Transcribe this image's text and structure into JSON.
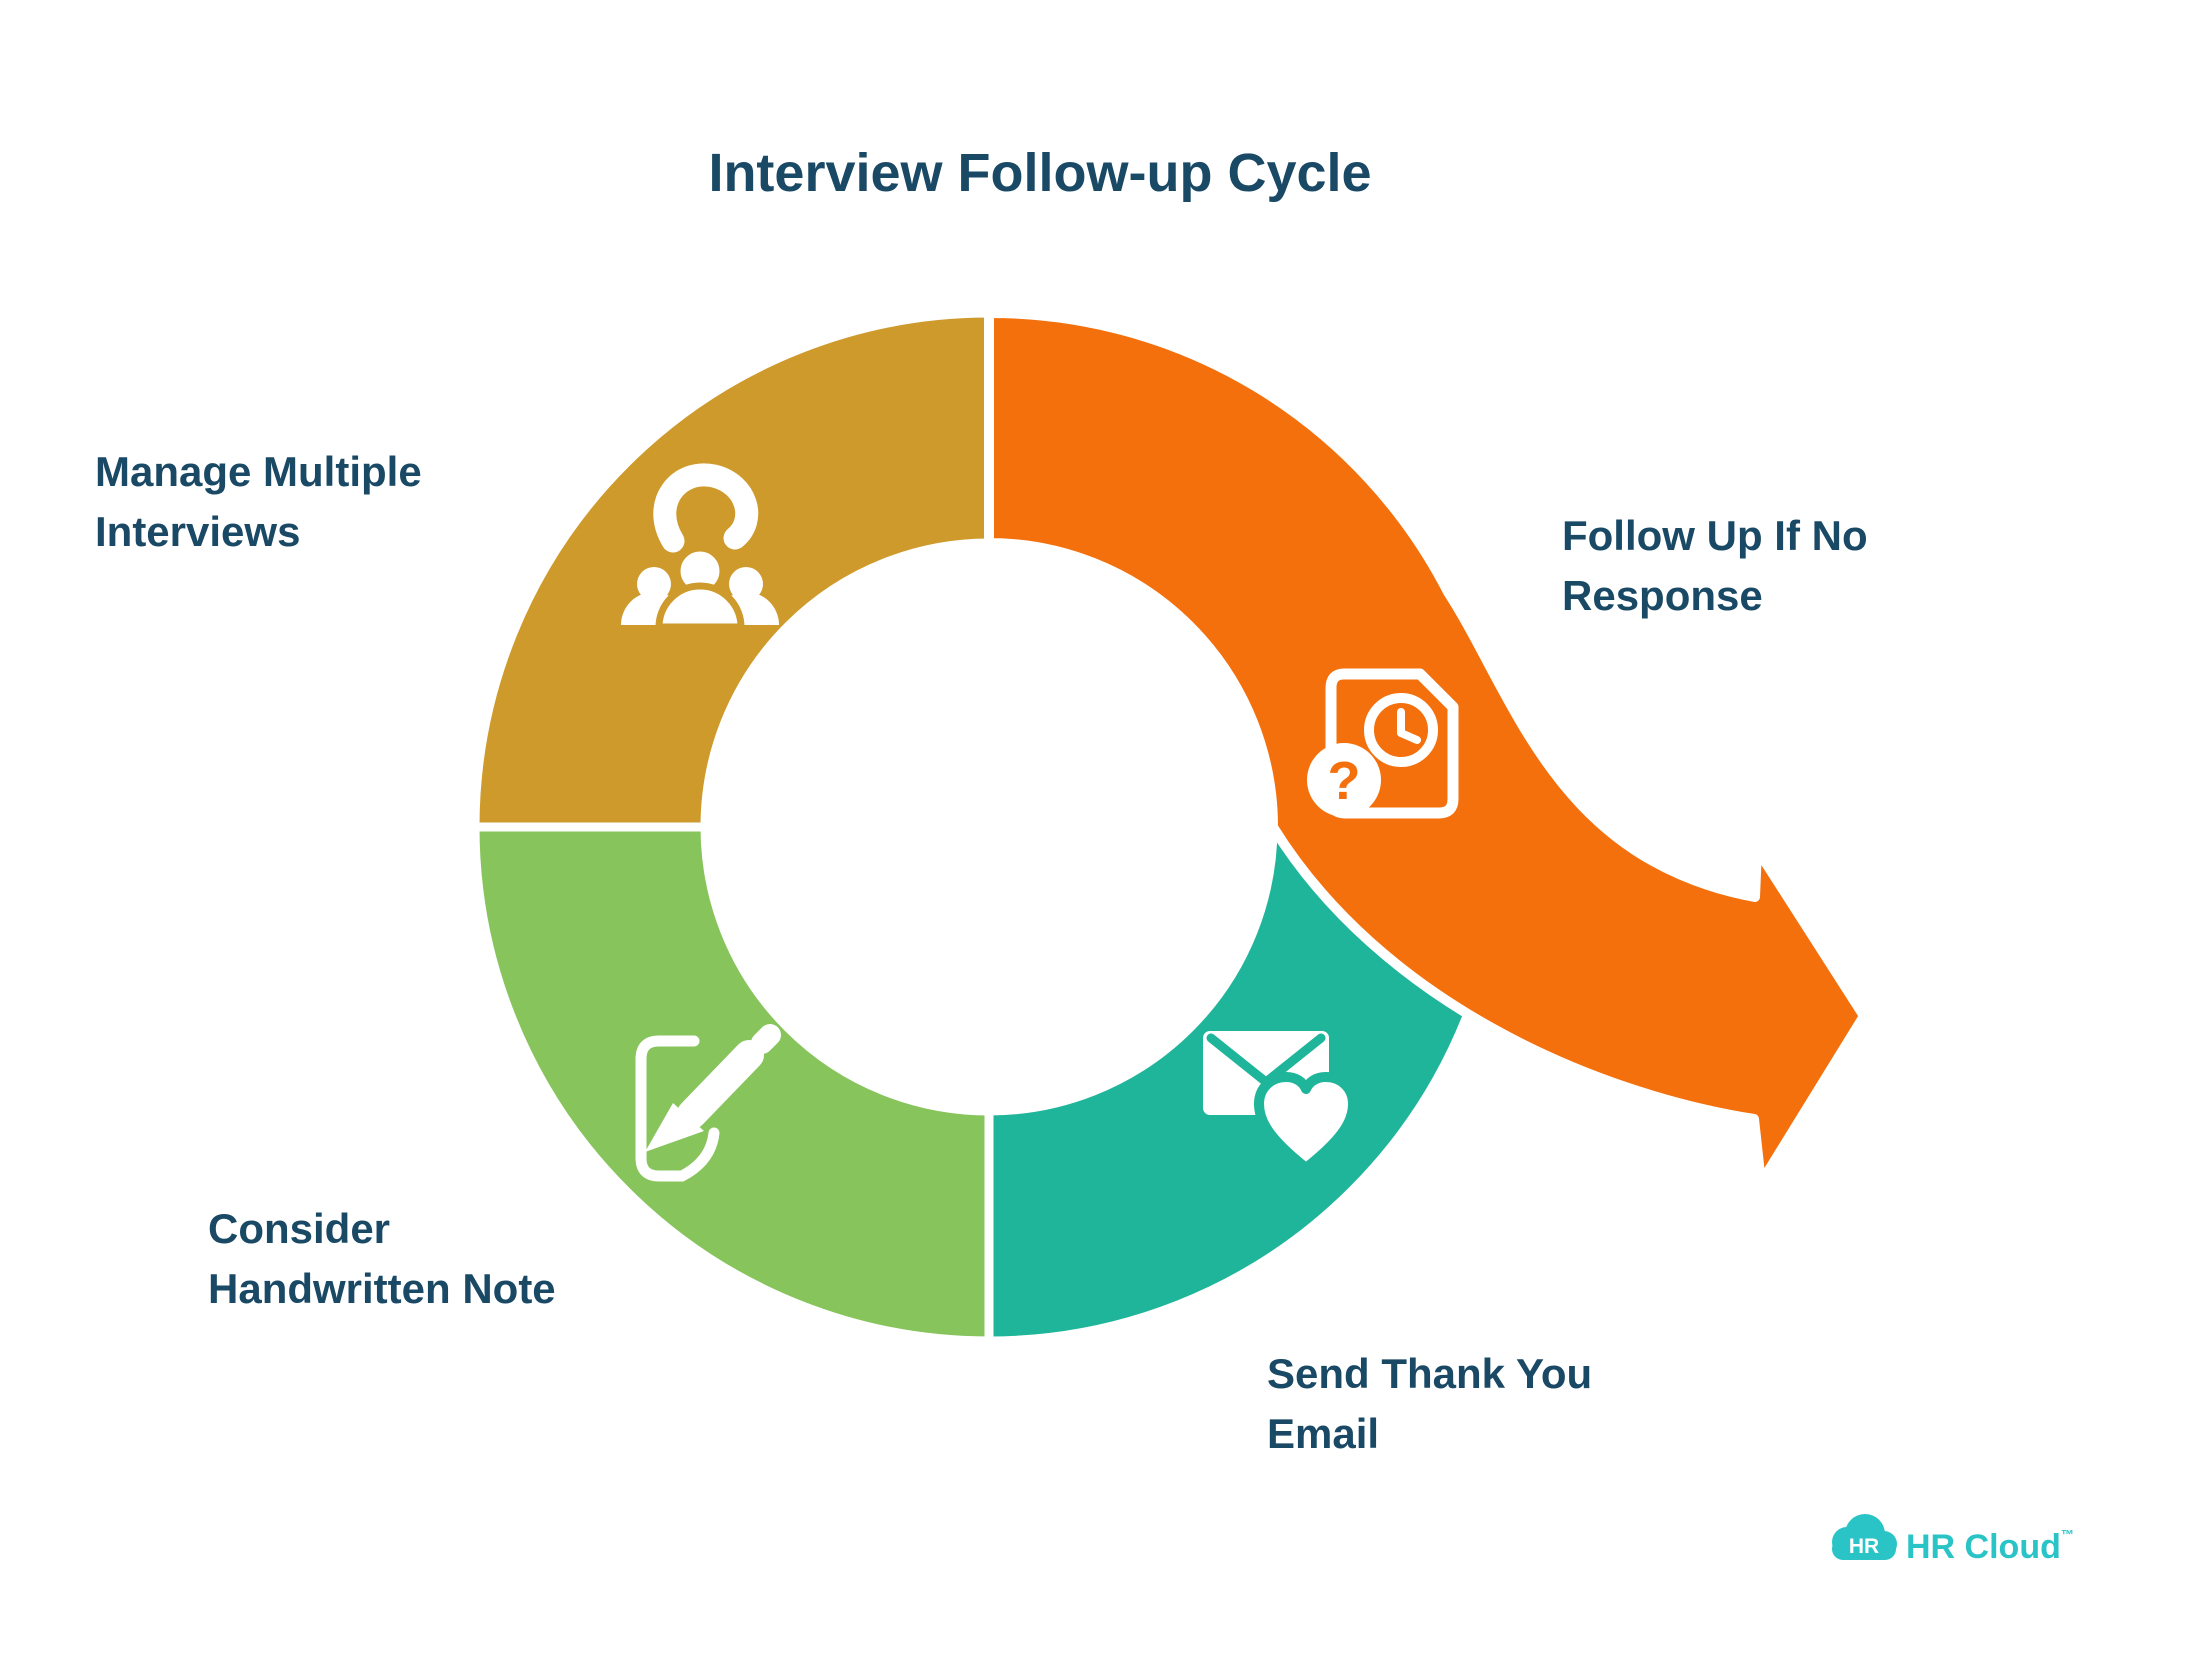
{
  "title": "Interview Follow-up Cycle",
  "colors": {
    "gold": "#CE9A2B",
    "orange": "#F3700D",
    "teal": "#1FB59A",
    "green": "#87C45C",
    "heading_text": "#1A4966",
    "logo_teal": "#2AC4C7",
    "icon_white": "#FFFFFF"
  },
  "steps": [
    {
      "id": "manage-multiple-interviews",
      "label": "Manage Multiple Interviews",
      "lines": [
        "Manage Multiple",
        "Interviews"
      ],
      "color": "#CE9A2B",
      "icon": "people-question-icon"
    },
    {
      "id": "follow-up-if-no-response",
      "label": "Follow Up If No Response",
      "lines": [
        "Follow Up If No",
        "Response"
      ],
      "color": "#F3700D",
      "icon": "document-clock-question-icon"
    },
    {
      "id": "send-thank-you-email",
      "label": "Send Thank You Email",
      "lines": [
        "Send Thank You",
        "Email"
      ],
      "color": "#1FB59A",
      "icon": "envelope-heart-icon"
    },
    {
      "id": "consider-handwritten-note",
      "label": "Consider Handwritten Note",
      "lines": [
        "Consider",
        "Handwritten Note"
      ],
      "color": "#87C45C",
      "icon": "note-pen-icon"
    }
  ],
  "glyphs": {
    "question_mark": "?"
  },
  "logo": {
    "badge": "HR",
    "name": "HR Cloud",
    "mark": "™"
  }
}
